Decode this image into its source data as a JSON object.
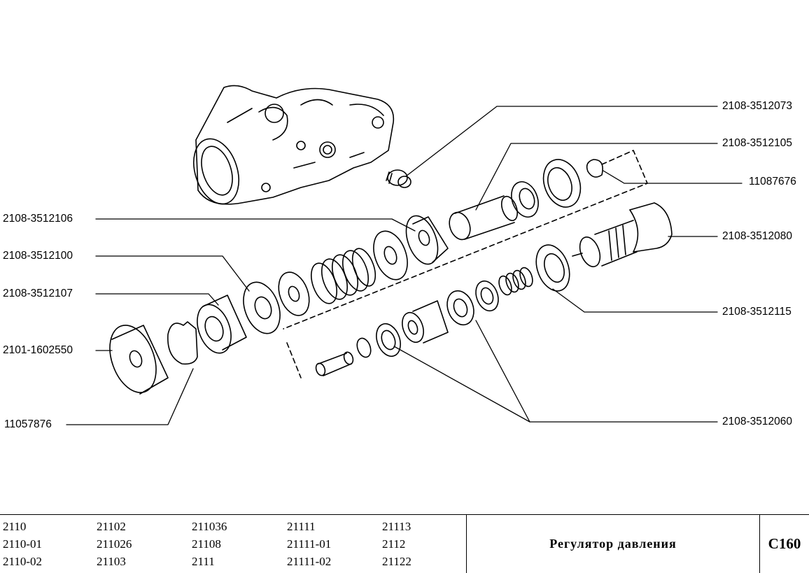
{
  "labels": {
    "p2108_3512073": "2108-3512073",
    "p2108_3512105": "2108-3512105",
    "p11087676": "11087676",
    "p2108_3512080": "2108-3512080",
    "p2108_3512115": "2108-3512115",
    "p2108_3512060": "2108-3512060",
    "p2108_3512106": "2108-3512106",
    "p2108_3512100": "2108-3512100",
    "p2108_3512107": "2108-3512107",
    "p2101_1602550": "2101-1602550",
    "p11057876": "11057876"
  },
  "models": [
    [
      "2110",
      "2110-01",
      "2110-02"
    ],
    [
      "21102",
      "211026",
      "21103"
    ],
    [
      "211036",
      "21108",
      "2111"
    ],
    [
      "21111",
      "21111-01",
      "21111-02"
    ],
    [
      "21113",
      "2112",
      "21122"
    ]
  ],
  "title": "Регулятор давления",
  "code": "C160"
}
